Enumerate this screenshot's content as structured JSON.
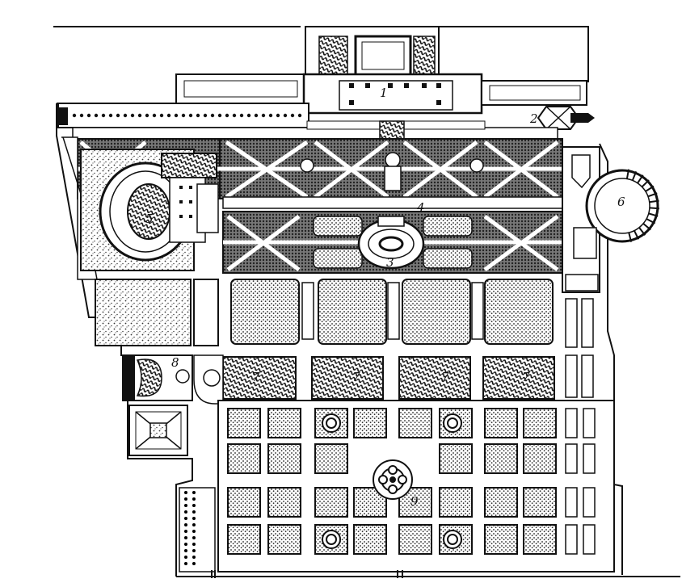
{
  "plan": {
    "labels": {
      "palace": "1",
      "entrance_pavilion": "2",
      "central_fountain": "3",
      "north_terrace": "4",
      "oval_garden": "5",
      "round_court": "6",
      "parterre_1": "7",
      "parterre_2": "7",
      "parterre_3": "7",
      "parterre_4": "7",
      "side_court": "8",
      "south_fountain": "9"
    },
    "colors": {
      "ink": "#111111",
      "paper": "#ffffff",
      "stipple": "#3a3a3a"
    }
  }
}
